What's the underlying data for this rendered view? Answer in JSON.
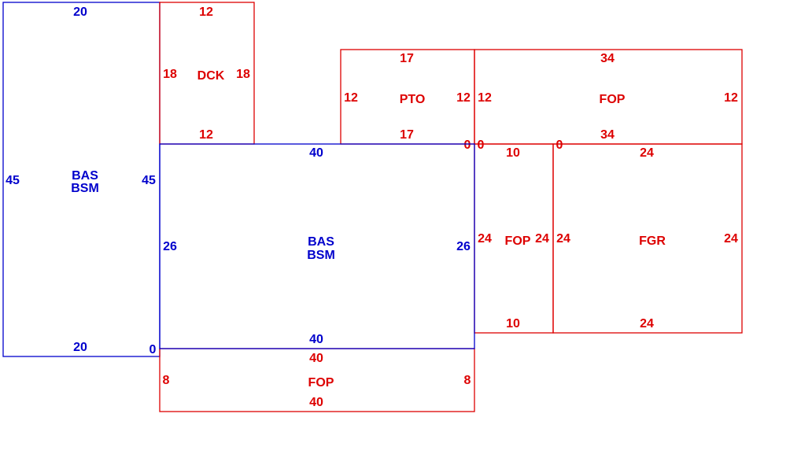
{
  "colors": {
    "main": "#0000CC",
    "addition": "#DD0000"
  },
  "areas": [
    {
      "id": "bas-left",
      "color_role": "main",
      "labels": [
        "BAS",
        "BSM"
      ],
      "dims": {
        "top": "20",
        "bottom": "20",
        "left": "45",
        "right": "45",
        "corner": "0"
      }
    },
    {
      "id": "dck",
      "color_role": "addition",
      "labels": [
        "DCK"
      ],
      "dims": {
        "top": "12",
        "bottom": "12",
        "left": "18",
        "right": "18"
      }
    },
    {
      "id": "pto",
      "color_role": "addition",
      "labels": [
        "PTO"
      ],
      "dims": {
        "top": "17",
        "bottom": "17",
        "left": "12",
        "right": "12",
        "corner": "0"
      }
    },
    {
      "id": "fop-top",
      "color_role": "addition",
      "labels": [
        "FOP"
      ],
      "dims": {
        "top": "34",
        "bottom": "34",
        "left": "12",
        "right": "12",
        "corner": "0"
      }
    },
    {
      "id": "bas-center",
      "color_role": "main",
      "labels": [
        "BAS",
        "BSM"
      ],
      "dims": {
        "top": "40",
        "bottom": "40",
        "left": "26",
        "right": "26"
      }
    },
    {
      "id": "fop-small",
      "color_role": "addition",
      "labels": [
        "FOP"
      ],
      "dims": {
        "top": "10",
        "bottom": "10",
        "left": "24",
        "right": "24",
        "corner": "0"
      }
    },
    {
      "id": "fgr",
      "color_role": "addition",
      "labels": [
        "FGR"
      ],
      "dims": {
        "top": "24",
        "bottom": "24",
        "left": "24",
        "right": "24"
      }
    },
    {
      "id": "fop-bottom",
      "color_role": "addition",
      "labels": [
        "FOP"
      ],
      "dims": {
        "top": "40",
        "bottom": "40",
        "left": "8",
        "right": "8"
      }
    }
  ]
}
